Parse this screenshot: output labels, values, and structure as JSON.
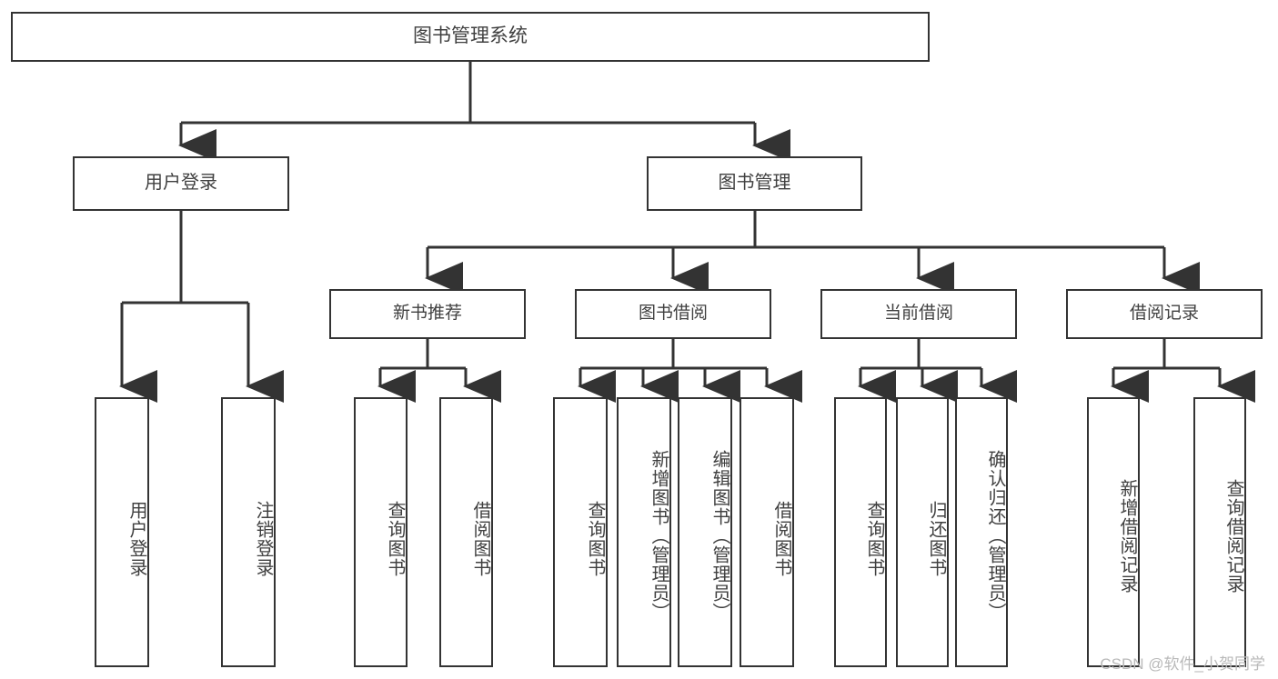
{
  "diagram": {
    "title": "图书管理系统",
    "type": "functional-structure-tree",
    "watermark": "CSDN @软件_小贺同学",
    "colors": {
      "stroke": "#333333",
      "text": "#404040",
      "background": "#ffffff",
      "watermark": "#b9b9b9"
    },
    "root": {
      "label": "图书管理系统"
    },
    "level1": [
      {
        "label": "用户登录"
      },
      {
        "label": "图书管理"
      }
    ],
    "level2": [
      {
        "label": "新书推荐"
      },
      {
        "label": "图书借阅"
      },
      {
        "label": "当前借阅"
      },
      {
        "label": "借阅记录"
      }
    ],
    "leaves": [
      {
        "label": "用户登录"
      },
      {
        "label": "注销登录"
      },
      {
        "label": "查询图书"
      },
      {
        "label": "借阅图书"
      },
      {
        "label": "查询图书"
      },
      {
        "label": "新增图书（管理员）"
      },
      {
        "label": "编辑图书（管理员）"
      },
      {
        "label": "借阅图书"
      },
      {
        "label": "查询图书"
      },
      {
        "label": "归还图书"
      },
      {
        "label": "确认归还（管理员）"
      },
      {
        "label": "新增借阅记录"
      },
      {
        "label": "查询借阅记录"
      }
    ]
  }
}
